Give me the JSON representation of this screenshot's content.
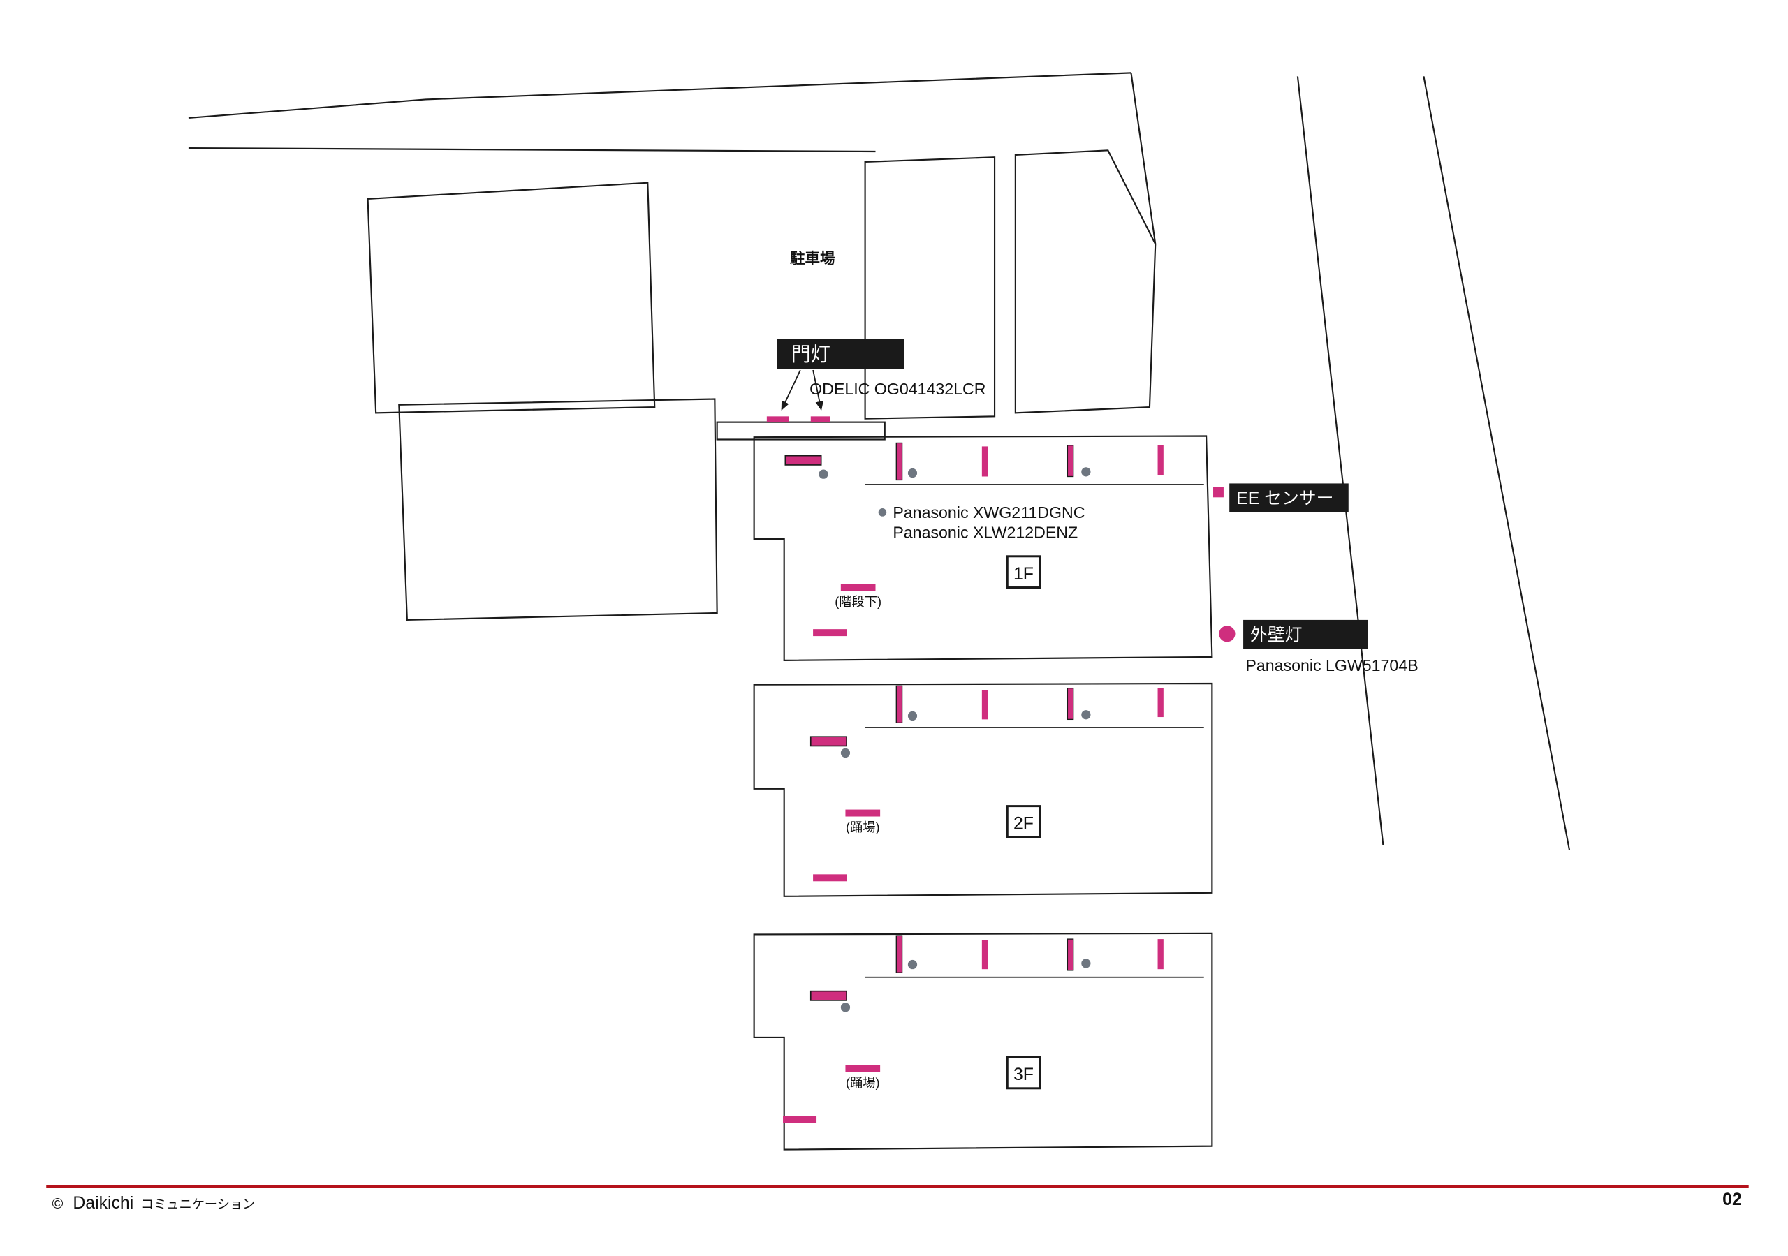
{
  "colors": {
    "accent_pink": "#cf2e7e",
    "line_red": "#b5121b",
    "dot_gray": "#6e7680",
    "ink": "#1a1a1a"
  },
  "site": {
    "parking_label": "駐車場"
  },
  "gate_light": {
    "title": "門灯",
    "model": "ODELIC OG041432LCR"
  },
  "ceiling_lights": {
    "model_1": "Panasonic XWG211DGNC",
    "model_2": "Panasonic XLW212DENZ"
  },
  "ee_sensor": {
    "title": "EE センサー"
  },
  "wall_light": {
    "title": "外壁灯",
    "model": "Panasonic LGW51704B"
  },
  "floors": [
    {
      "label": "1F",
      "note": "(階段下)"
    },
    {
      "label": "2F",
      "note": "(踊場)"
    },
    {
      "label": "3F",
      "note": "(踊場)"
    }
  ],
  "icons": {
    "light_bar_icon": "magenta-bar",
    "porch_light_icon": "bordered-magenta-bar",
    "downlight_icon": "gray-dot",
    "gate_light_icon": "small-magenta-tick",
    "ee_sensor_icon": "magenta-square",
    "wall_light_icon": "magenta-circle"
  },
  "footer": {
    "copyright": "©",
    "brand": "Daikichi",
    "brand_suffix": "コミュニケーション",
    "page_number": "02"
  }
}
